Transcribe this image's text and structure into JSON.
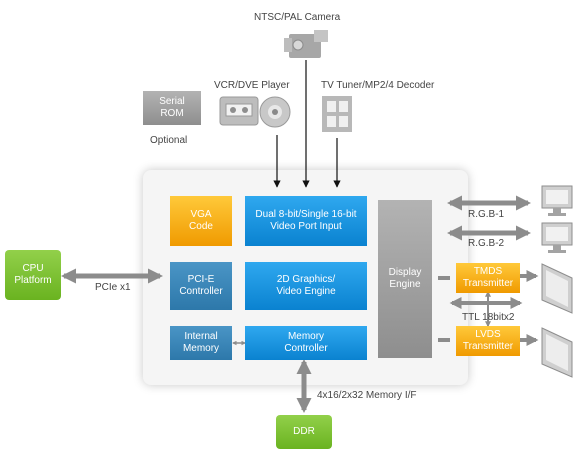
{
  "top": {
    "ntsc": "NTSC/PAL Camera",
    "vcr": "VCR/DVE Player",
    "tv": "TV Tuner/MP2/4 Decoder",
    "serial_rom": "Serial ROM",
    "optional": "Optional"
  },
  "blocks": {
    "vga": "VGA Code",
    "dual": "Dual 8-bit/Single 16-bit Video Port Input",
    "pcie_ctrl": "PCI-E Controller",
    "graphics": "2D Graphics/ Video Engine",
    "internal_mem": "Internal Memory",
    "mem_ctrl": "Memory Controller",
    "display": "Display Engine"
  },
  "left": {
    "cpu": "CPU Platform",
    "pcie": "PCIe x1"
  },
  "bottom": {
    "ddr": "DDR",
    "mem_if": "4x16/2x32 Memory I/F"
  },
  "right": {
    "rgb1": "R.G.B-1",
    "rgb2": "R.G.B-2",
    "tmds": "TMDS Transmitter",
    "lvds": "LVDS Transmitter",
    "ttl": "TTL 18bitx2"
  },
  "colors": {
    "blue": "#1a96e2",
    "steel": "#3a87ba",
    "gold": "#f7ae12",
    "green": "#7cc238",
    "grey": "#9c9c9c"
  }
}
